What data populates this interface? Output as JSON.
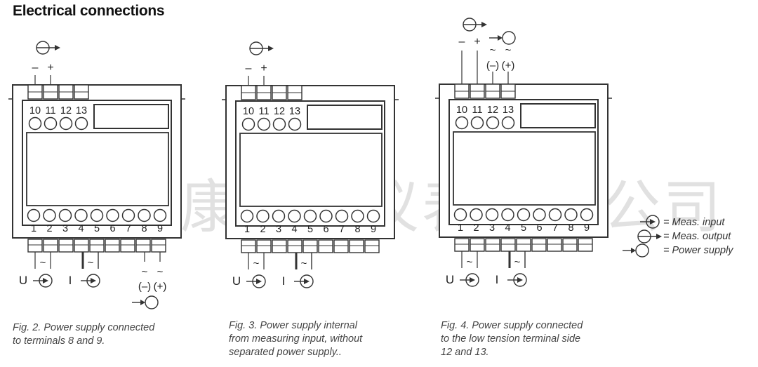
{
  "title": "Electrical connections",
  "top_terminals": [
    "10",
    "11",
    "12",
    "13"
  ],
  "bottom_terminals": [
    "1",
    "2",
    "3",
    "4",
    "5",
    "6",
    "7",
    "8",
    "9"
  ],
  "symbols": {
    "minus": "–",
    "plus": "+",
    "tilde": "~",
    "minus_paren": "(–)",
    "plus_paren": "(+)",
    "voltage_label": "U",
    "current_label": "I"
  },
  "figures": [
    {
      "caption": "Fig. 2. Power supply connected\nto terminals 8 and 9."
    },
    {
      "caption": "Fig. 3. Power supply internal\nfrom measuring input, without\nseparated power supply.."
    },
    {
      "caption": "Fig. 4. Power supply connected\nto the low tension terminal side\n12 and 13."
    }
  ],
  "legend": [
    {
      "label": "= Meas. input"
    },
    {
      "label": "= Meas. output"
    },
    {
      "label": "= Power supply"
    }
  ],
  "watermark": "珠海康宝莱仪表有限公司"
}
